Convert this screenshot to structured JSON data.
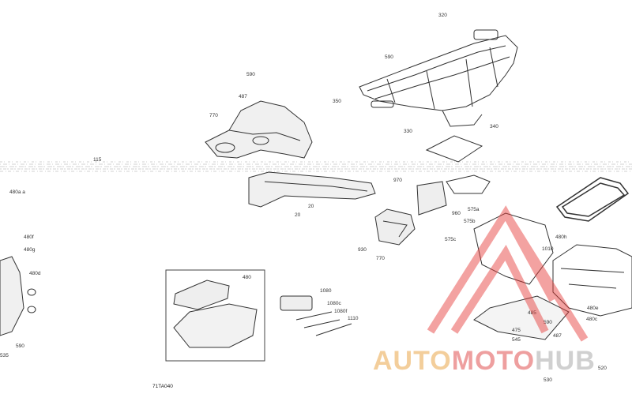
{
  "diagram": {
    "reference_code": "71TA040",
    "callouts": [
      "320",
      "590",
      "350",
      "330",
      "340",
      "487",
      "770",
      "590",
      "115",
      "480a a",
      "480f",
      "480g",
      "480d",
      "535",
      "590",
      "20",
      "20",
      "970",
      "960",
      "930",
      "770",
      "575a",
      "575b",
      "575c",
      "1010",
      "480h",
      "480c",
      "480e",
      "520",
      "530",
      "590",
      "545",
      "487",
      "475",
      "485",
      "480",
      "1080",
      "1080c",
      "1080f",
      "1110"
    ]
  },
  "watermark": {
    "text_part1": "AUTO",
    "text_part2": "MOTO",
    "text_part3": "HUB",
    "colors": {
      "part1": "#f2c68a",
      "part2": "#ec8f8f",
      "part3": "#c8c8c8",
      "triangle": "#e53935"
    }
  }
}
